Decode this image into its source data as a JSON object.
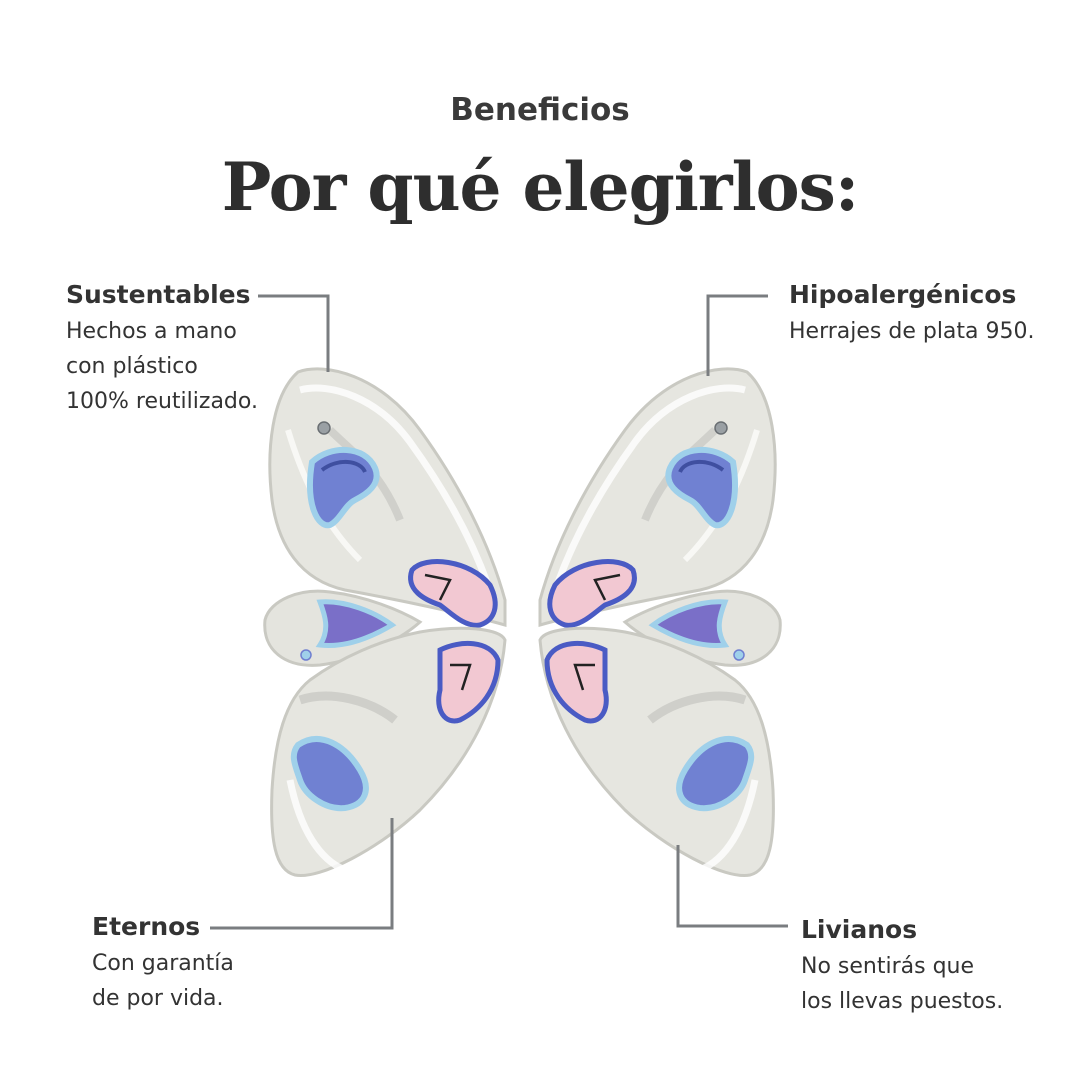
{
  "header": {
    "eyebrow": "Beneficios",
    "title": "Por qué elegirlos:"
  },
  "benefits": {
    "sustentables": {
      "title": "Sustentables",
      "lines": [
        "Hechos a mano",
        "con plástico",
        "100% reutilizado."
      ]
    },
    "hipoalergenicos": {
      "title": "Hipoalergénicos",
      "lines": [
        "Herrajes de plata 950."
      ]
    },
    "eternos": {
      "title": "Eternos",
      "lines": [
        "Con garantía",
        "de por vida."
      ]
    },
    "livianos": {
      "title": "Livianos",
      "lines": [
        "No sentirás que",
        "los llevas puestos."
      ]
    }
  },
  "colors": {
    "text": "#333333",
    "leader_line": "#7a7d80",
    "wing_base": "#e4e4de",
    "wing_accent": "#6f7fd0",
    "wing_pink": "#f2c8d2",
    "wing_light_blue": "#9fd0ea"
  },
  "product_image": {
    "icon": "butterfly-wing-earrings"
  }
}
